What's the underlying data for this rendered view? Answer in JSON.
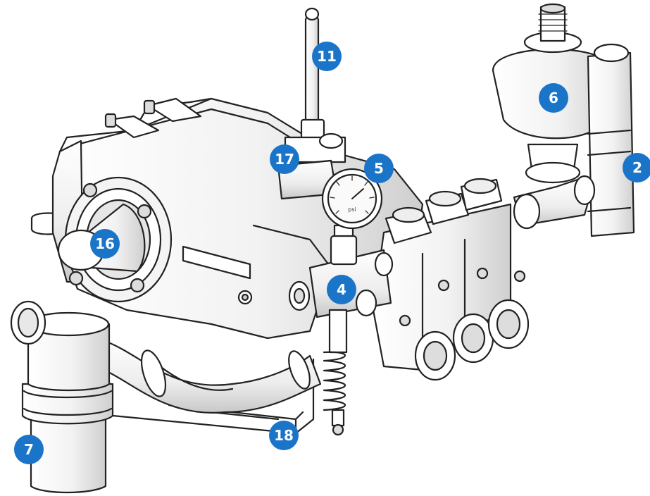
{
  "colors": {
    "badge_fill": "#1a75c9",
    "badge_text": "#ffffff",
    "line": "#222222",
    "shade": "#d6d6d6",
    "fill": "#ffffff"
  },
  "gauge": {
    "scale_label": "psi"
  },
  "callouts": {
    "c2": "2",
    "c4": "4",
    "c5": "5",
    "c6": "6",
    "c7": "7",
    "c11": "11",
    "c16": "16",
    "c17": "17",
    "c18": "18"
  }
}
